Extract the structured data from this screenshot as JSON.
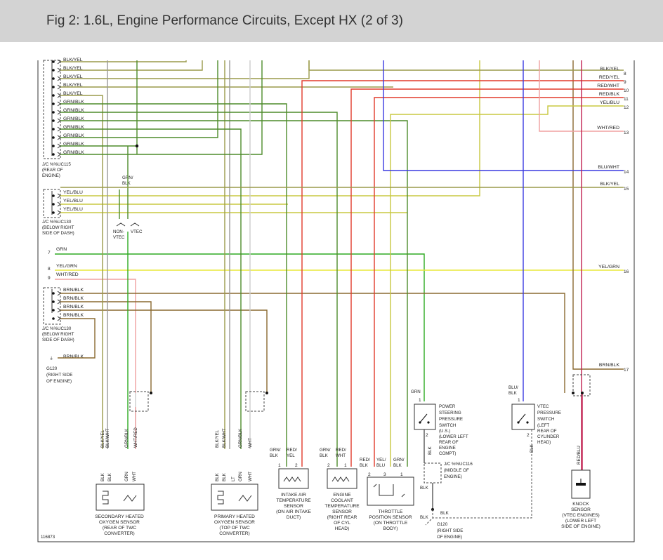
{
  "header": {
    "title": "Fig 2: 1.6L, Engine Performance Circuits, Except HX (2 of 3)"
  },
  "figure_id": "116873",
  "colors": {
    "blk_yel": "#9a9a4a",
    "grn": "#2eaa22",
    "grn_blk": "#4d8b2a",
    "red": "#e23a2a",
    "blu": "#3a3ae0",
    "yel_blu": "#c8c840",
    "yel": "#e8e83a",
    "wht_red": "#f0a0a0",
    "brn_blk": "#8a6a30",
    "blk": "#555555",
    "blk_wht": "#999999",
    "wht": "#cccccc",
    "red_blu": "#c02050",
    "header_bg": "#d3d3d3"
  },
  "junctions": {
    "uc115": {
      "l1": "J/C %%UC115",
      "l2": "(REAR OF",
      "l3": "ENGINE)"
    },
    "uc130a": {
      "l1": "J/C %%UC130",
      "l2": "(BELOW RIGHT",
      "l3": "SIDE OF DASH)"
    },
    "uc130b": {
      "l1": "J/C %%UC130",
      "l2": "(BELOW RIGHT",
      "l3": "SIDE OF DASH)"
    },
    "g120_left": {
      "l1": "G120",
      "l2": "(RIGHT SIDE",
      "l3": "OF ENGINE)"
    },
    "uc116": {
      "l1": "J/C %%UC116",
      "l2": "(MIDDLE OF",
      "l3": "ENGINE)"
    },
    "g120_bottom": {
      "l1": "G120",
      "l2": "(RIGHT SIDE",
      "l3": "OF ENGINE)"
    }
  },
  "left_wires": {
    "uc115": [
      "BLK/YEL",
      "BLK/YEL",
      "BLK/YEL",
      "BLK/YEL",
      "BLK/YEL",
      "GRN/BLK",
      "GRN/BLK",
      "GRN/BLK",
      "GRN/BLK",
      "GRN/BLK",
      "GRN/BLK",
      "GRN/BLK"
    ],
    "uc130a": [
      "YEL/BLU",
      "YEL/BLU",
      "YEL/BLU"
    ],
    "w7": {
      "num": "7",
      "label": "GRN"
    },
    "w8": {
      "num": "8",
      "label": "YEL/GRN"
    },
    "w9": {
      "num": "9",
      "label": "WHT/RED"
    },
    "uc130b": [
      "BRN/BLK",
      "BRN/BLK",
      "BRN/BLK",
      "BRN/BLK"
    ],
    "g120": "BRN/BLK"
  },
  "vtec_switch": {
    "grn_top": "GRN/",
    "grn_bot": "BLK",
    "non_top": "NON-",
    "non_bot": "VTEC",
    "vtec": "VTEC"
  },
  "right_wires": [
    {
      "label": "BLK/YEL",
      "num": "8"
    },
    {
      "label": "RED/YEL",
      "num": "9"
    },
    {
      "label": "RED/WHT",
      "num": "10"
    },
    {
      "label": "RED/BLK",
      "num": "11"
    },
    {
      "label": "YEL/BLU",
      "num": "12"
    },
    {
      "label": "WHT/RED",
      "num": "13"
    },
    {
      "label": "BLU/WHT",
      "num": "14"
    },
    {
      "label": "BLK/YEL",
      "num": "15"
    },
    {
      "label": "YEL/GRN",
      "num": "16"
    },
    {
      "label": "BRN/BLK",
      "num": "17"
    }
  ],
  "o2_secondary": {
    "wires": [
      "BLK/YEL",
      "BLK/WHT",
      "GRN/BLK",
      "WHT/RED"
    ],
    "pins": [
      "BLK",
      "BLK",
      "GRN",
      "WHT"
    ],
    "l1": "SECONDARY HEATED",
    "l2": "OXYGEN SENSOR",
    "l3": "(REAR OF TWC",
    "l4": "CONVERTER)"
  },
  "o2_primary": {
    "wires": [
      "BLK/YEL",
      "BLK/WHT",
      "GRN/BLK",
      "WHT"
    ],
    "pins": [
      "BLK",
      "BLK",
      "LT",
      "GRN",
      "WHT"
    ],
    "l1": "PRIMARY HEATED",
    "l2": "OXYGEN SENSOR",
    "l3": "(TOP OF TWC",
    "l4": "CONVERTER)"
  },
  "iat": {
    "w1a": "GRN/",
    "w1b": "BLK",
    "w2a": "RED/",
    "w2b": "YEL",
    "p1": "1",
    "p2": "2",
    "l1": "INTAKE AIR",
    "l2": "TEMPERATURE",
    "l3": "SENSOR",
    "l4": "(ON AIR INTAKE",
    "l5": "DUCT)"
  },
  "ect": {
    "w1a": "GRN/",
    "w1b": "BLK",
    "w2a": "RED/",
    "w2b": "WHT",
    "p1": "2",
    "p2": "1",
    "l1": "ENGINE",
    "l2": "COOLANT",
    "l3": "TEMPERATURE",
    "l4": "SENSOR",
    "l5": "(RIGHT REAR",
    "l6": "OF CYL",
    "l7": "HEAD)"
  },
  "tps": {
    "w1a": "RED/",
    "w1b": "BLK",
    "w2a": "YEL/",
    "w2b": "BLU",
    "w3a": "GRN/",
    "w3b": "BLK",
    "p1": "2",
    "p2": "3",
    "p3": "1",
    "l1": "THROTTLE",
    "l2": "POSITION SENSOR",
    "l3": "(ON THROTTLE",
    "l4": "BODY)"
  },
  "ps_switch": {
    "wire_top": "GRN",
    "p1": "1",
    "p2": "2",
    "wire_bot": "BLK",
    "blk2": "BLK",
    "l1": "POWER",
    "l2": "STEERING",
    "l3": "PRESSURE",
    "l4": "SWITCH",
    "l5": "(U.S.)",
    "l6": "(LOWER LEFT",
    "l7": "REAR OF",
    "l8": "ENGINE",
    "l9": "COMPT)"
  },
  "vtec_ps": {
    "wire_a": "BLU/",
    "wire_b": "BLK",
    "p1": "1",
    "p2": "2",
    "wire_bot": "BLK",
    "l1": "VTEC",
    "l2": "PRESSURE",
    "l3": "SWITCH",
    "l4": "(LEFT",
    "l5": "REAR OF",
    "l6": "CYLINDER",
    "l7": "HEAD)"
  },
  "knock": {
    "wire": "RED/BLU",
    "l1": "KNOCK",
    "l2": "SENSOR",
    "l3": "(VTEC ENGINES)",
    "l4": "(LOWER LEFT",
    "l5": "SIDE OF ENGINE)"
  }
}
